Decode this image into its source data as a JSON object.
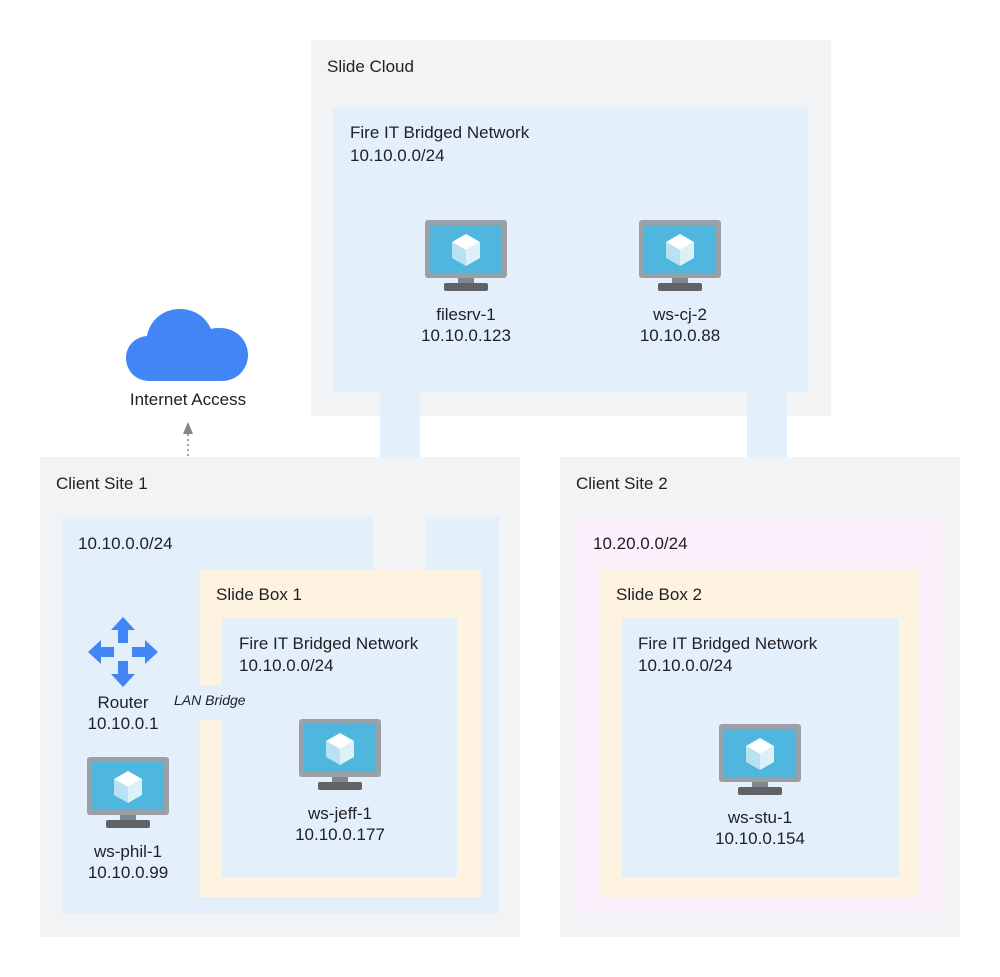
{
  "colors": {
    "zone_gray": "#f1f3f4",
    "zone_blue": "#e3f0fc",
    "zone_orange": "#fef3e0",
    "zone_pink": "#fbf0fc",
    "cloud_blue": "#4285f4",
    "monitor_frame": "#9aa0a6",
    "monitor_screen": "#4fb6dd"
  },
  "slide_cloud": {
    "title": "Slide Cloud",
    "network": {
      "name": "Fire IT Bridged Network",
      "subnet": "10.10.0.0/24",
      "machines": [
        {
          "name": "filesrv-1",
          "ip": "10.10.0.123",
          "icon": "vm-monitor-icon"
        },
        {
          "name": "ws-cj-2",
          "ip": "10.10.0.88",
          "icon": "vm-monitor-icon"
        }
      ]
    }
  },
  "internet": {
    "label": "Internet Access",
    "icon": "cloud-icon"
  },
  "client_site_1": {
    "title": "Client Site 1",
    "subnet": "10.10.0.0/24",
    "router": {
      "name": "Router",
      "ip": "10.10.0.1",
      "icon": "router-icon"
    },
    "machine": {
      "name": "ws-phil-1",
      "ip": "10.10.0.99",
      "icon": "vm-monitor-icon"
    },
    "bridge_label": "LAN Bridge",
    "slide_box": {
      "title": "Slide Box 1",
      "network": {
        "name": "Fire IT Bridged Network",
        "subnet": "10.10.0.0/24",
        "machine": {
          "name": "ws-jeff-1",
          "ip": "10.10.0.177",
          "icon": "vm-monitor-icon"
        }
      }
    }
  },
  "client_site_2": {
    "title": "Client Site 2",
    "subnet": "10.20.0.0/24",
    "slide_box": {
      "title": "Slide Box 2",
      "network": {
        "name": "Fire IT Bridged Network",
        "subnet": "10.10.0.0/24",
        "machine": {
          "name": "ws-stu-1",
          "ip": "10.10.0.154",
          "icon": "vm-monitor-icon"
        }
      }
    }
  }
}
